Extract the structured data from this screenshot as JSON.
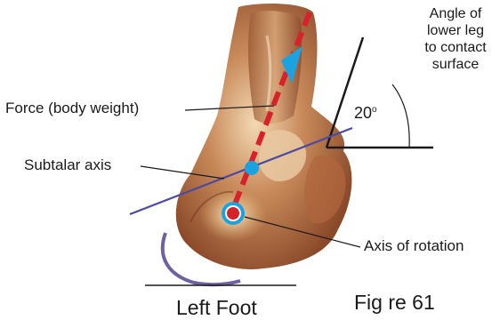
{
  "labels": {
    "force": "Force (body weight)",
    "subtalar_axis": "Subtalar axis",
    "axis_of_rotation": "Axis of rotation",
    "angle_lines": [
      "Angle of",
      "lower leg",
      "to contact",
      "surface"
    ],
    "angle_value": "20",
    "angle_unit": "o",
    "foot_caption": "Left Foot",
    "figure_caption": "Fig re 61"
  },
  "colors": {
    "force_arrow": "#d6222a",
    "arrow_head": "#1aa3e0",
    "subtalar_axis": "#4a4aa0",
    "pivot_ring": "#1aa3e0",
    "pivot_core": "#d6222a",
    "heel_arc": "#4b3a8a",
    "leader_lines": "#1a1a1a"
  }
}
